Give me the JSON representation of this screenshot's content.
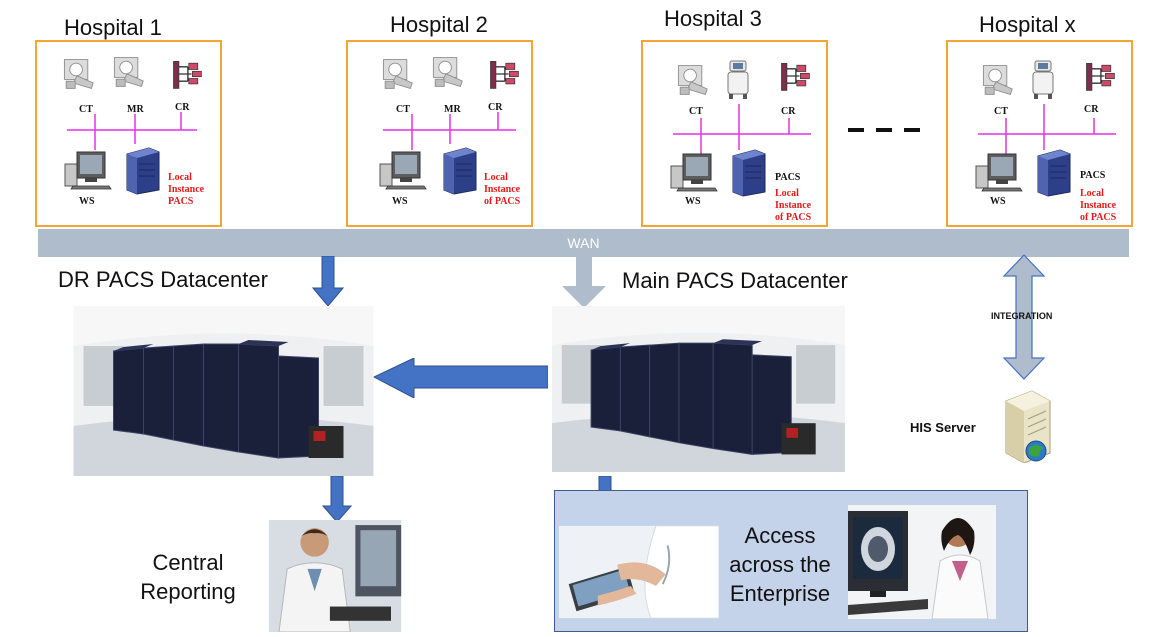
{
  "hospitals": [
    {
      "title": "Hospital 1",
      "devices": [
        "CT",
        "MR",
        "CR"
      ],
      "ws": "WS",
      "pacs_label": "",
      "local_label": [
        "Local",
        "Instance",
        "PACS"
      ]
    },
    {
      "title": "Hospital 2",
      "devices": [
        "CT",
        "MR",
        "CR"
      ],
      "ws": "WS",
      "pacs_label": "",
      "local_label": [
        "Local",
        "Instance",
        "of PACS"
      ]
    },
    {
      "title": "Hospital 3",
      "devices": [
        "CT",
        "",
        "CR"
      ],
      "ws": "WS",
      "pacs_label": "PACS",
      "local_label": [
        "Local",
        "Instance",
        "of PACS"
      ]
    },
    {
      "title": "Hospital x",
      "devices": [
        "CT",
        "",
        "CR"
      ],
      "ws": "WS",
      "pacs_label": "PACS",
      "local_label": [
        "Local",
        "Instance",
        "of PACS"
      ]
    }
  ],
  "wan_label": "WAN",
  "dr_datacenter_title": "DR PACS Datacenter",
  "main_datacenter_title": "Main PACS Datacenter",
  "integration_label": "INTEGRATION",
  "his_server_label": "HIS Server",
  "central_reporting": [
    "Central",
    "Reporting"
  ],
  "enterprise_access": [
    "Access",
    "across the",
    "Enterprise"
  ],
  "colors": {
    "hospital_border": "#f4a533",
    "network_line": "#e632e6",
    "wan_bar": "#aebccb",
    "arrow_fill": "#4472c4",
    "panel_fill": "#c5d3ea",
    "local_label": "#e21b1b"
  }
}
